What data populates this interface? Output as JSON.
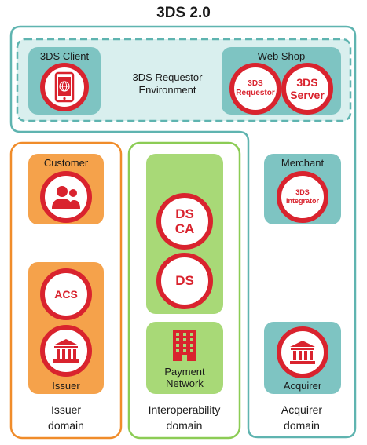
{
  "title": "3DS 2.0",
  "requestor_env": {
    "label_line1": "3DS Requestor",
    "label_line2": "Environment",
    "client_label": "3DS Client",
    "webshop_label": "Web Shop",
    "requestor_circle_line1": "3DS",
    "requestor_circle_line2": "Requestor",
    "server_circle_line1": "3DS",
    "server_circle_line2": "Server"
  },
  "issuer": {
    "customer_label": "Customer",
    "acs_label": "ACS",
    "issuer_label": "Issuer",
    "domain_line1": "Issuer",
    "domain_line2": "domain"
  },
  "interop": {
    "dsca_line1": "DS",
    "dsca_line2": "CA",
    "ds_label": "DS",
    "payment_line1": "Payment",
    "payment_line2": "Network",
    "domain_line1": "Interoperability",
    "domain_line2": "domain"
  },
  "acquirer": {
    "merchant_label": "Merchant",
    "integrator_line1": "3DS",
    "integrator_line2": "Integrator",
    "acquirer_label": "Acquirer",
    "domain_line1": "Acquirer",
    "domain_line2": "domain"
  },
  "colors": {
    "accent_red": "#d9232e",
    "teal": "#7ec4c2",
    "orange": "#f5a24b",
    "green": "#a8d977"
  }
}
